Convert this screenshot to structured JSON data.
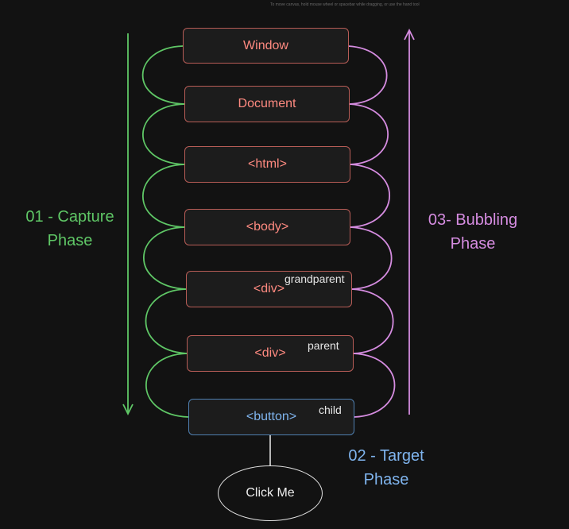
{
  "hint": "To move canvas, hold mouse wheel or spacebar while dragging, or use the hand tool",
  "nodes": [
    {
      "label": "Window"
    },
    {
      "label": "Document"
    },
    {
      "label": "<html>"
    },
    {
      "label": "<body>"
    },
    {
      "label": "<div>",
      "tag": "grandparent"
    },
    {
      "label": "<div>",
      "tag": "parent"
    },
    {
      "label": "<button>",
      "tag": "child"
    }
  ],
  "phases": {
    "capture": {
      "line1": "01 - Capture",
      "line2": "Phase"
    },
    "bubbling": {
      "line1": "03- Bubbling",
      "line2": "Phase"
    },
    "target": {
      "line1": "02 - Target",
      "line2": "Phase"
    }
  },
  "click_label": "Click Me",
  "colors": {
    "capture": "#5fc766",
    "bubbling": "#d58ce0",
    "target": "#7fb4ee",
    "node_border": "#b65c56",
    "node_text": "#ff8a80"
  }
}
